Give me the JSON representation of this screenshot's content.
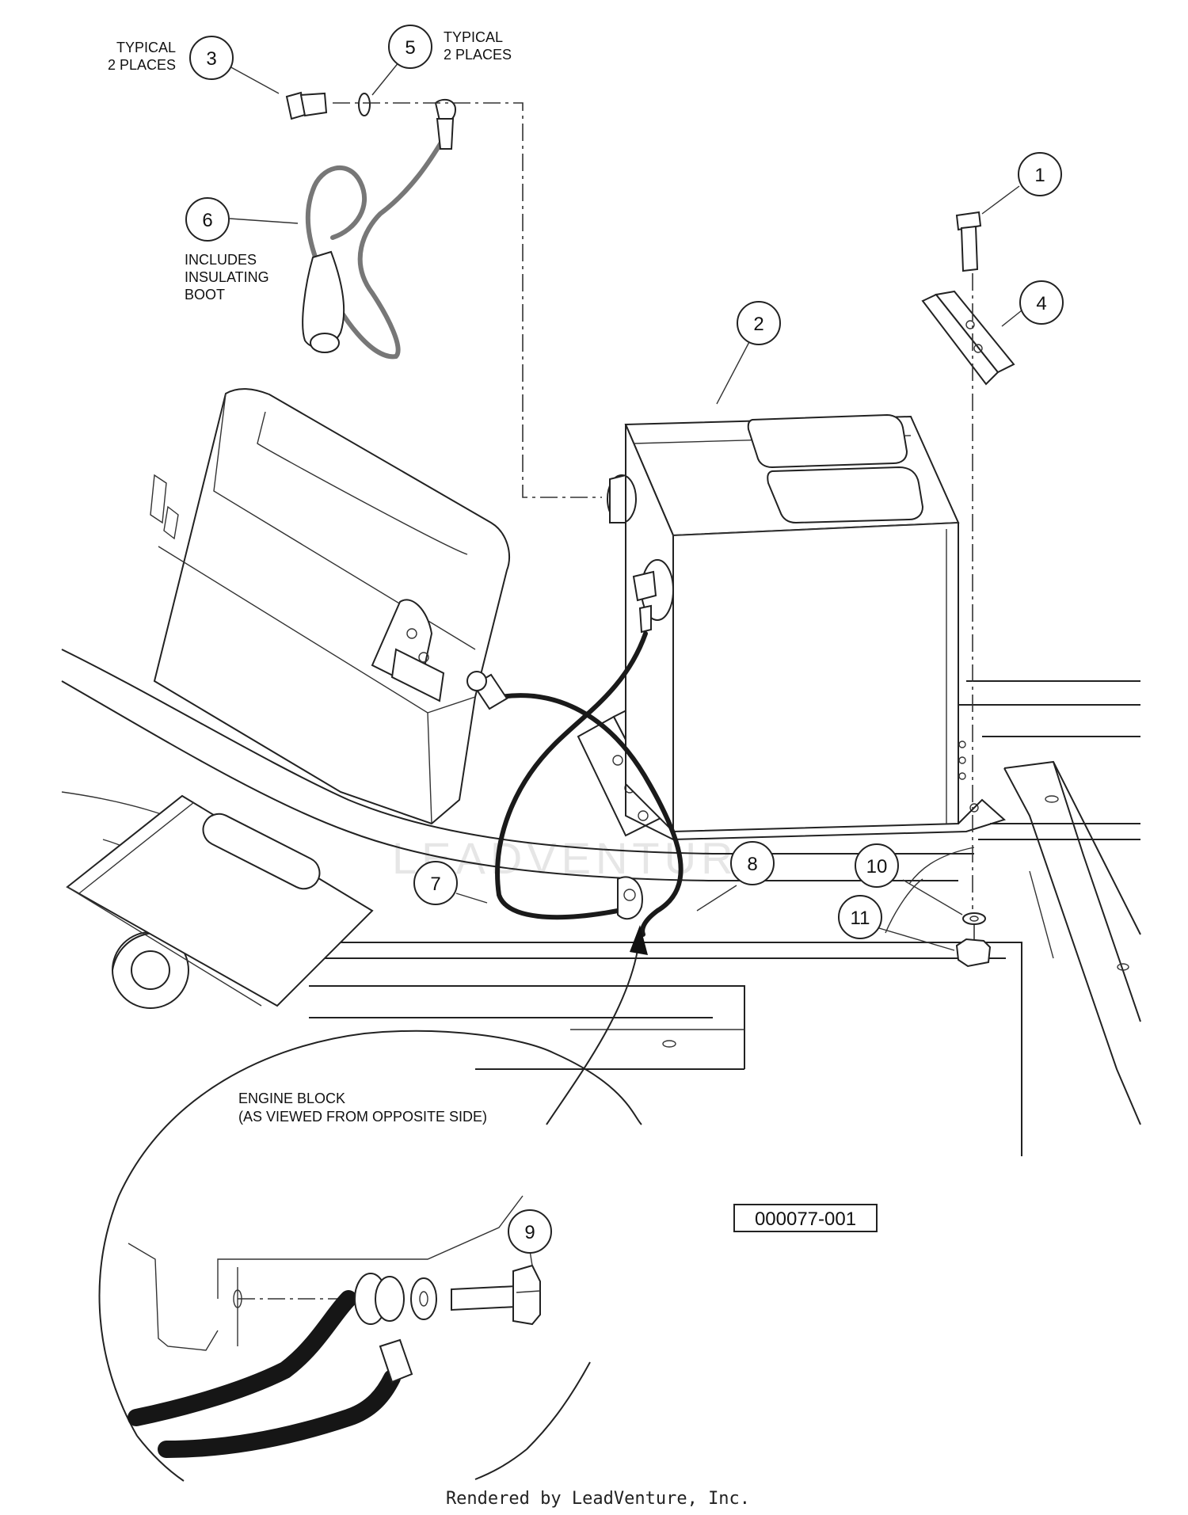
{
  "callouts": {
    "c1": "1",
    "c2": "2",
    "c3": "3",
    "c4": "4",
    "c5": "5",
    "c6": "6",
    "c7": "7",
    "c8": "8",
    "c9": "9",
    "c10": "10",
    "c11": "11"
  },
  "notes": {
    "typical_left_line1": "TYPICAL",
    "typical_left_line2": "2 PLACES",
    "typical_right_line1": "TYPICAL",
    "typical_right_line2": "2 PLACES",
    "boot_line1": "INCLUDES",
    "boot_line2": "INSULATING",
    "boot_line3": "BOOT",
    "engine_line1": "ENGINE BLOCK",
    "engine_line2": "(AS VIEWED FROM OPPOSITE SIDE)"
  },
  "figure_id": "000077-001",
  "watermark": "LEADVENTURE",
  "footer": "Rendered by LeadVenture, Inc."
}
